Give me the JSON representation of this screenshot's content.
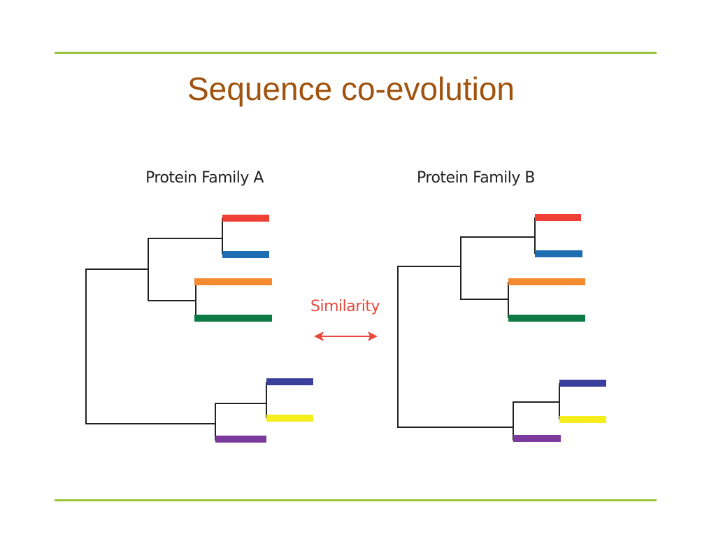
{
  "slide": {
    "title": "Sequence co-evolution"
  },
  "families": [
    {
      "label": "Protein Family A",
      "leaf_colors": [
        "#ee4035",
        "#1f6db3",
        "#f58a2f",
        "#0e7a45",
        "#3b3f9c",
        "#f5ee1c",
        "#7b3a9c"
      ]
    },
    {
      "label": "Protein Family B",
      "leaf_colors": [
        "#ee4035",
        "#1f6db3",
        "#f58a2f",
        "#0e7a45",
        "#3b3f9c",
        "#f5ee1c",
        "#7b3a9c"
      ]
    }
  ],
  "relation": {
    "label": "Similarity",
    "color": "#e84a3d"
  },
  "colors": {
    "title": "#a0520e",
    "rule": "#99c43a",
    "branch": "#222222"
  }
}
